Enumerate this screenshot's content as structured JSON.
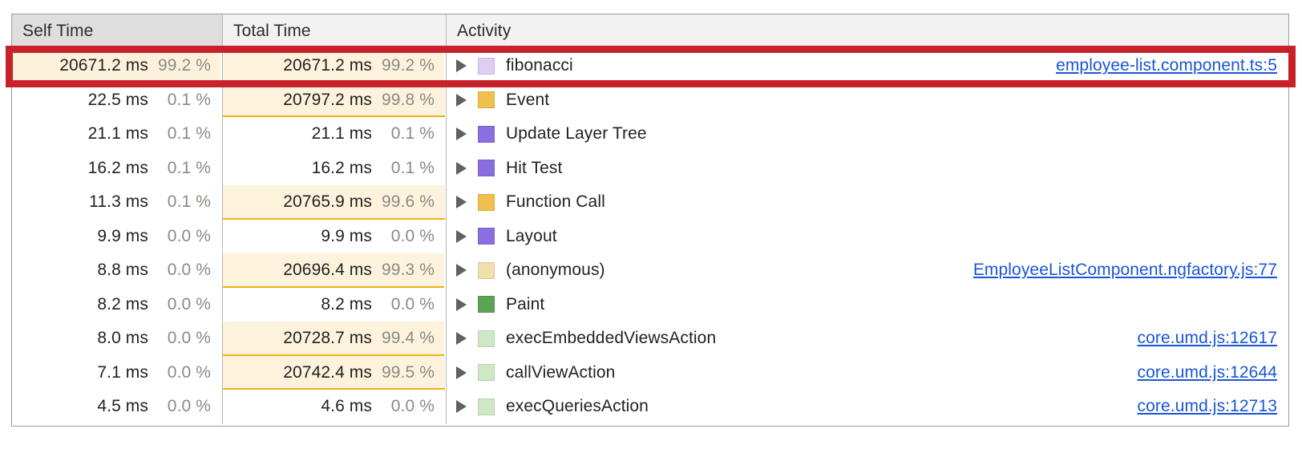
{
  "panel": {
    "name": "bottom-up-performance-tree",
    "columns": [
      {
        "key": "self_time",
        "label": "Self Time",
        "sorted": true
      },
      {
        "key": "total_time",
        "label": "Total Time",
        "sorted": false
      },
      {
        "key": "activity",
        "label": "Activity",
        "sorted": false
      }
    ],
    "link_color": "#1a55d6",
    "bar_fill_color": "#fdf3dd",
    "bar_underline_color": "#eeb211",
    "highlight_color": "#c9212a"
  },
  "rows": [
    {
      "self_time": "20671.2 ms",
      "self_pct": "99.2 %",
      "self_bar": 99.2,
      "self_bar_on": true,
      "total_time": "20671.2 ms",
      "total_pct": "99.2 %",
      "total_bar": 99.2,
      "total_bar_on": true,
      "activity": "fibonacci",
      "swatch": "#e0cdf2",
      "swatch_name": "scripting-light-swatch",
      "source": "employee-list.component.ts:5",
      "highlighted": true
    },
    {
      "self_time": "22.5 ms",
      "self_pct": "0.1 %",
      "self_bar": 0.1,
      "self_bar_on": false,
      "total_time": "20797.2 ms",
      "total_pct": "99.8 %",
      "total_bar": 99.8,
      "total_bar_on": true,
      "activity": "Event",
      "swatch": "#f0bf4c",
      "swatch_name": "scripting-swatch",
      "source": "",
      "highlighted": false
    },
    {
      "self_time": "21.1 ms",
      "self_pct": "0.1 %",
      "self_bar": 0.1,
      "self_bar_on": false,
      "total_time": "21.1 ms",
      "total_pct": "0.1 %",
      "total_bar": 0.1,
      "total_bar_on": false,
      "activity": "Update Layer Tree",
      "swatch": "#8a6ee0",
      "swatch_name": "rendering-swatch",
      "source": "",
      "highlighted": false
    },
    {
      "self_time": "16.2 ms",
      "self_pct": "0.1 %",
      "self_bar": 0.1,
      "self_bar_on": false,
      "total_time": "16.2 ms",
      "total_pct": "0.1 %",
      "total_bar": 0.1,
      "total_bar_on": false,
      "activity": "Hit Test",
      "swatch": "#8a6ee0",
      "swatch_name": "rendering-swatch",
      "source": "",
      "highlighted": false
    },
    {
      "self_time": "11.3 ms",
      "self_pct": "0.1 %",
      "self_bar": 0.1,
      "self_bar_on": false,
      "total_time": "20765.9 ms",
      "total_pct": "99.6 %",
      "total_bar": 99.6,
      "total_bar_on": true,
      "activity": "Function Call",
      "swatch": "#f0bf4c",
      "swatch_name": "scripting-swatch",
      "source": "",
      "highlighted": false
    },
    {
      "self_time": "9.9 ms",
      "self_pct": "0.0 %",
      "self_bar": 0.0,
      "self_bar_on": false,
      "total_time": "9.9 ms",
      "total_pct": "0.0 %",
      "total_bar": 0.0,
      "total_bar_on": false,
      "activity": "Layout",
      "swatch": "#8a6ee0",
      "swatch_name": "rendering-swatch",
      "source": "",
      "highlighted": false
    },
    {
      "self_time": "8.8 ms",
      "self_pct": "0.0 %",
      "self_bar": 0.0,
      "self_bar_on": false,
      "total_time": "20696.4 ms",
      "total_pct": "99.3 %",
      "total_bar": 99.3,
      "total_bar_on": true,
      "activity": "(anonymous)",
      "swatch": "#f2dfae",
      "swatch_name": "scripting-light-swatch",
      "source": "EmployeeListComponent.ngfactory.js:77",
      "highlighted": false
    },
    {
      "self_time": "8.2 ms",
      "self_pct": "0.0 %",
      "self_bar": 0.0,
      "self_bar_on": false,
      "total_time": "8.2 ms",
      "total_pct": "0.0 %",
      "total_bar": 0.0,
      "total_bar_on": false,
      "activity": "Paint",
      "swatch": "#5aa454",
      "swatch_name": "painting-swatch",
      "source": "",
      "highlighted": false
    },
    {
      "self_time": "8.0 ms",
      "self_pct": "0.0 %",
      "self_bar": 0.0,
      "self_bar_on": false,
      "total_time": "20728.7 ms",
      "total_pct": "99.4 %",
      "total_bar": 99.4,
      "total_bar_on": true,
      "activity": "execEmbeddedViewsAction",
      "swatch": "#cfe8c4",
      "swatch_name": "painting-light-swatch",
      "source": "core.umd.js:12617",
      "highlighted": false
    },
    {
      "self_time": "7.1 ms",
      "self_pct": "0.0 %",
      "self_bar": 0.0,
      "self_bar_on": false,
      "total_time": "20742.4 ms",
      "total_pct": "99.5 %",
      "total_bar": 99.5,
      "total_bar_on": true,
      "activity": "callViewAction",
      "swatch": "#cfe8c4",
      "swatch_name": "painting-light-swatch",
      "source": "core.umd.js:12644",
      "highlighted": false
    },
    {
      "self_time": "4.5 ms",
      "self_pct": "0.0 %",
      "self_bar": 0.0,
      "self_bar_on": false,
      "total_time": "4.6 ms",
      "total_pct": "0.0 %",
      "total_bar": 0.0,
      "total_bar_on": false,
      "activity": "execQueriesAction",
      "swatch": "#cfe8c4",
      "swatch_name": "painting-light-swatch",
      "source": "core.umd.js:12713",
      "highlighted": false
    }
  ]
}
